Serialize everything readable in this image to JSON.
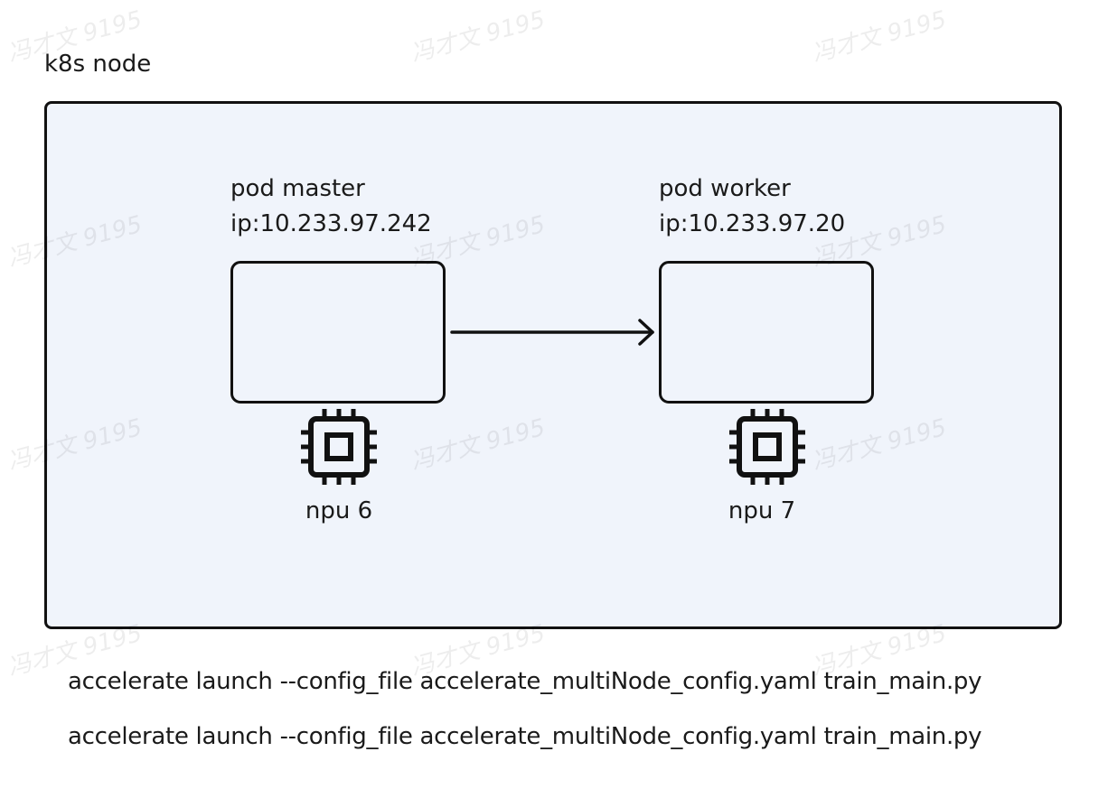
{
  "diagram": {
    "node_title": "k8s node",
    "pods": [
      {
        "name": "pod master",
        "ip": "ip:10.233.97.242",
        "npu": "npu 6"
      },
      {
        "name": "pod worker",
        "ip": "ip:10.233.97.20",
        "npu": "npu 7"
      }
    ],
    "commands": [
      "accelerate launch --config_file accelerate_multiNode_config.yaml train_main.py",
      "accelerate launch --config_file accelerate_multiNode_config.yaml train_main.py"
    ],
    "watermark": "冯才文 9195"
  },
  "colors": {
    "frame_fill": "#f0f4fb",
    "stroke": "#111111"
  }
}
